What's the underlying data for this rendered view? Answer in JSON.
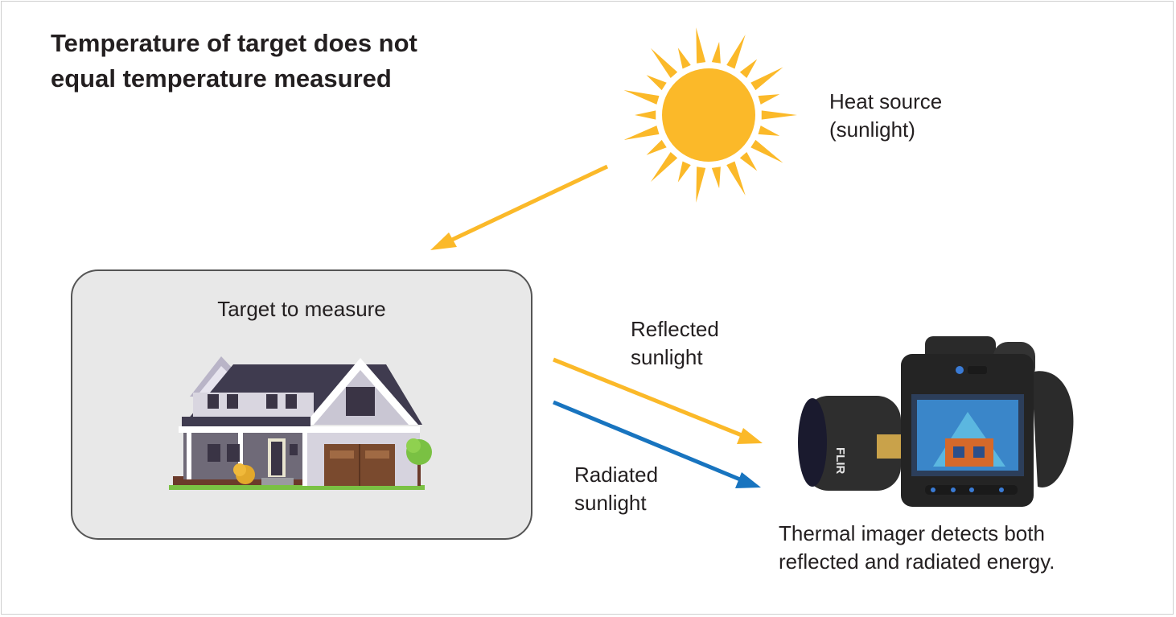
{
  "title_line1": "Temperature of target does not",
  "title_line2": "equal temperature measured",
  "heat_source": {
    "line1": "Heat source",
    "line2": "(sunlight)"
  },
  "target_label": "Target to measure",
  "reflected": {
    "line1": "Reflected",
    "line2": "sunlight"
  },
  "radiated": {
    "line1": "Radiated",
    "line2": "sunlight"
  },
  "caption": {
    "line1": "Thermal imager detects both",
    "line2": "reflected and radiated energy."
  },
  "camera_brand": "FLIR",
  "colors": {
    "sun": "#fbb929",
    "reflected_arrow": "#fbb929",
    "radiated_arrow": "#1874bf",
    "box_fill": "#e8e8e8"
  }
}
